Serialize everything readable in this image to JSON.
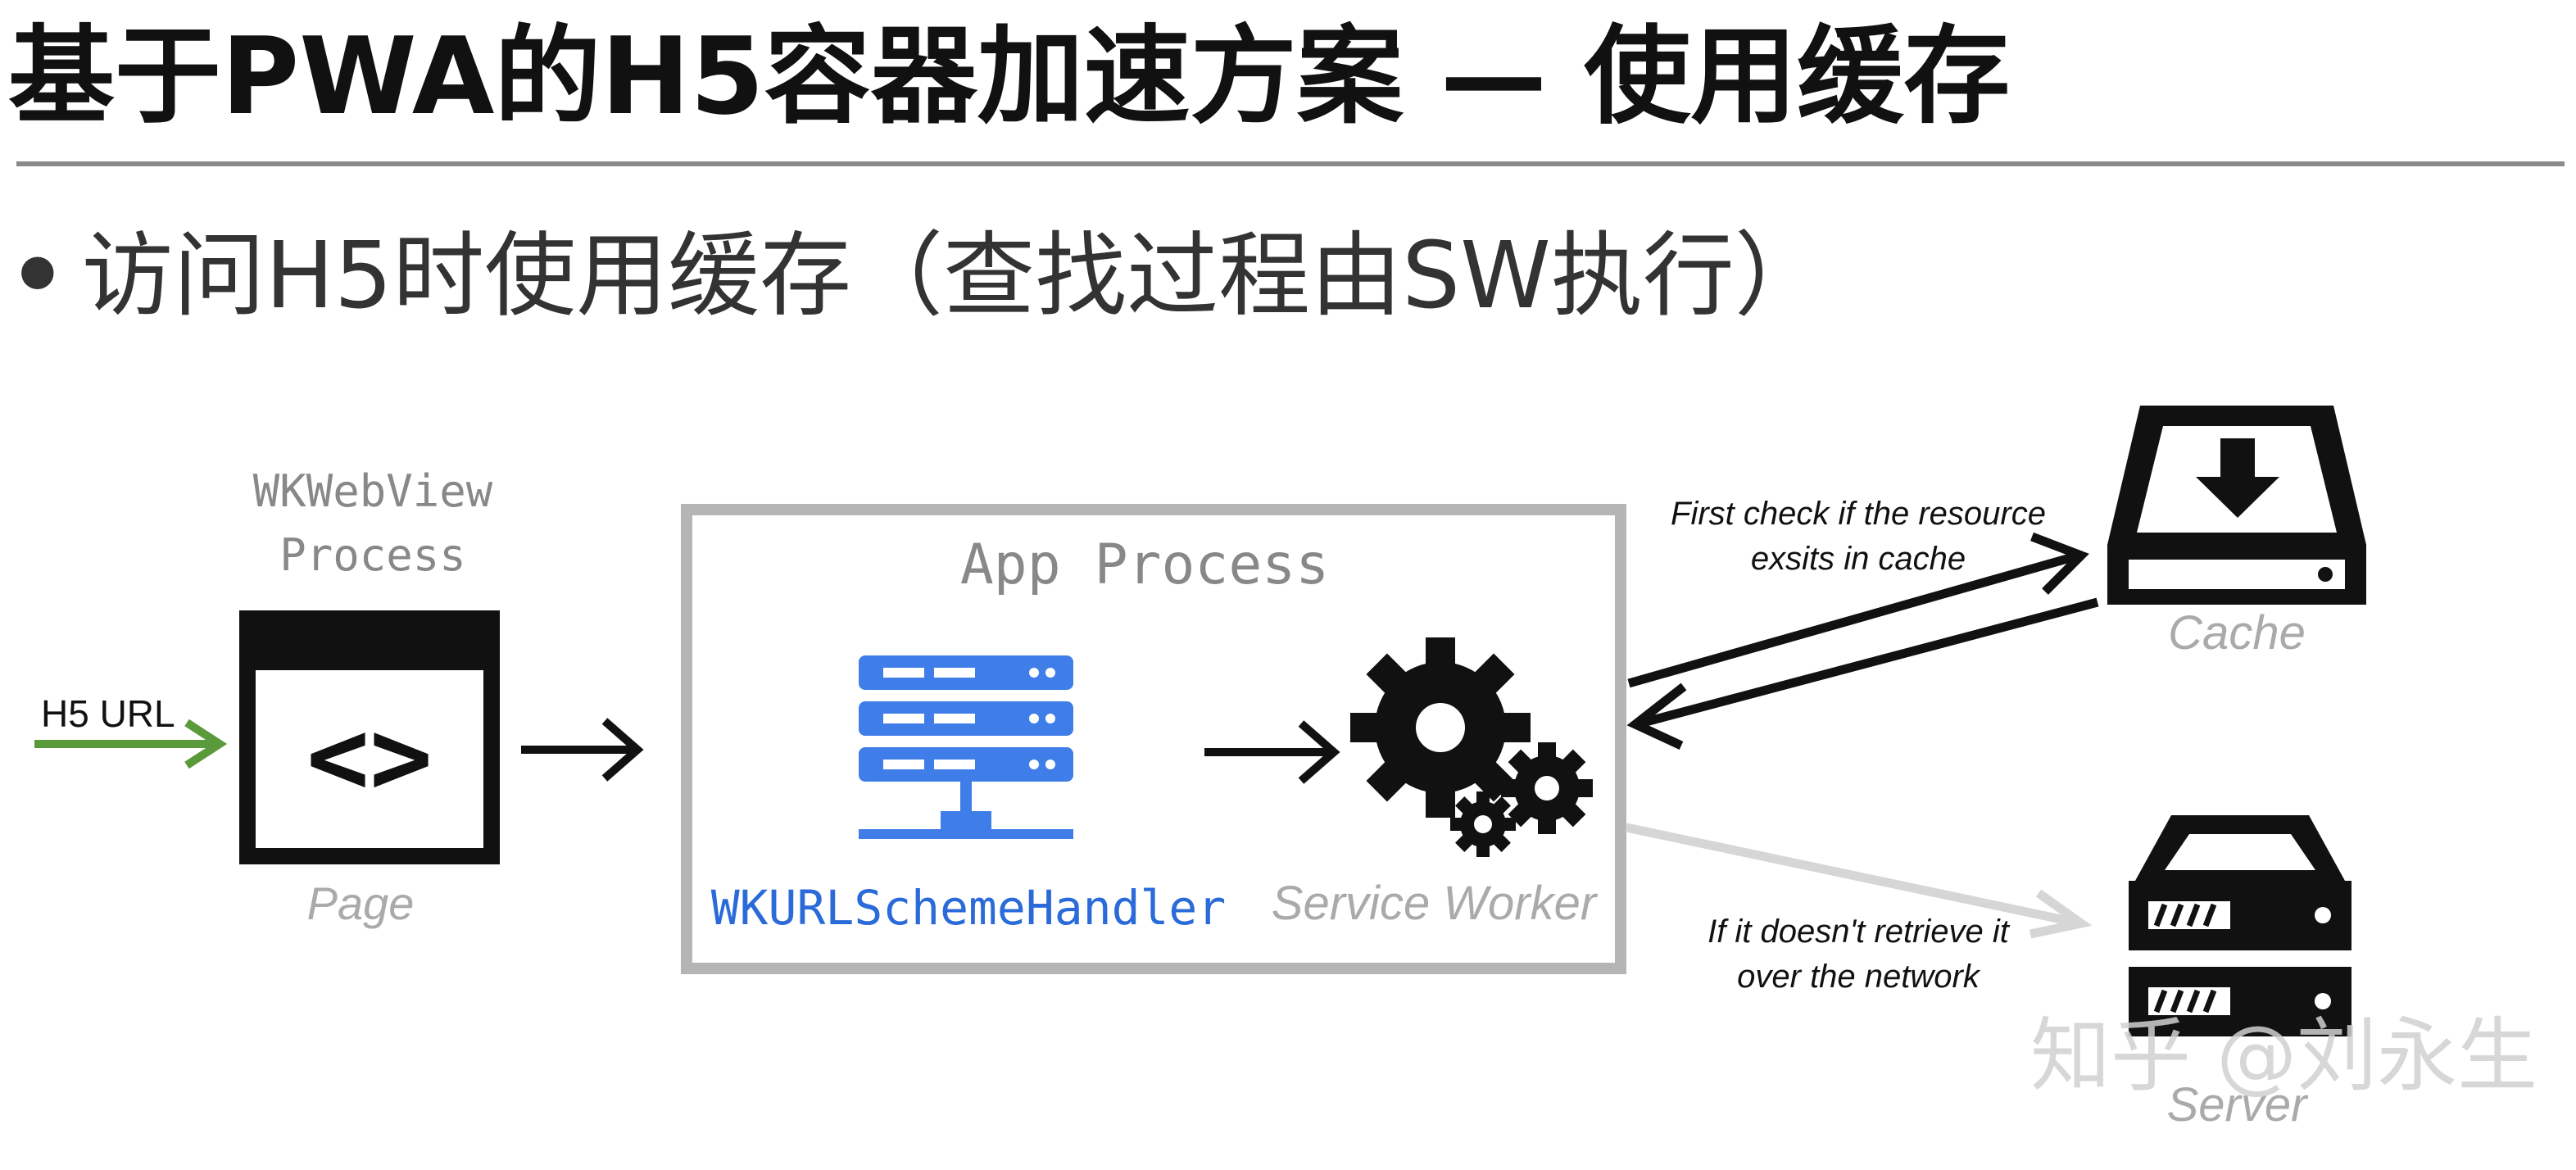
{
  "title": "基于PWA的H5容器加速方案 — 使用缓存",
  "bullet": "访问H5时使用缓存（查找过程由SW执行）",
  "diagram": {
    "webview_process": [
      "WKWebView",
      "Process"
    ],
    "input_label": "H5 URL",
    "page_label": "Page",
    "page_glyph": "<>",
    "app_process": "App Process",
    "scheme_handler": "WKURLSchemeHandler",
    "service_worker": "Service Worker",
    "cache_note": [
      "First check if the resource",
      "exsits in cache"
    ],
    "cache_label": "Cache",
    "network_note": [
      "If it doesn't retrieve it",
      "over the network"
    ],
    "server_label": "Server",
    "watermark": "知乎 @刘永生",
    "icons": [
      "code-page-icon",
      "server-stack-icon",
      "gears-icon",
      "cache-drive-icon",
      "server-icon"
    ],
    "colors": {
      "handler_blue": "#2b6bd9",
      "arrow_green": "#5a9a3a",
      "muted_gray": "#aaaaaa"
    }
  }
}
